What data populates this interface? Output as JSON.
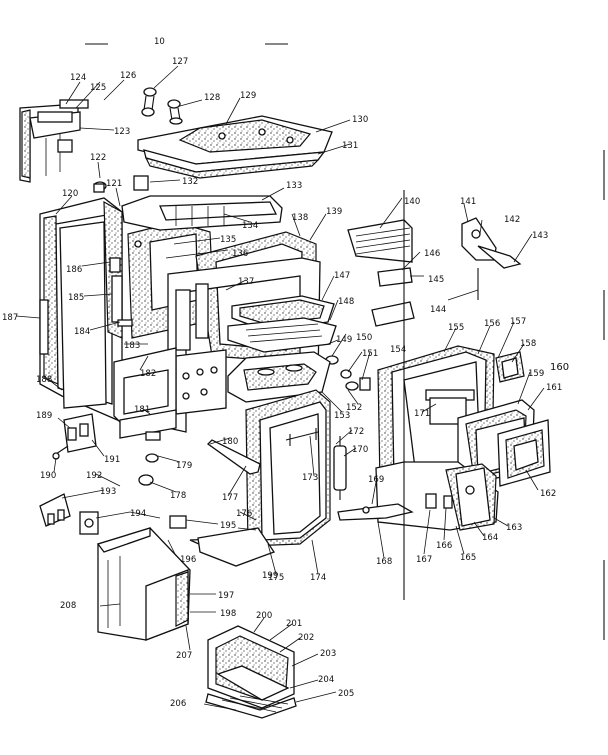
{
  "labels": [
    "10",
    "120",
    "121",
    "122",
    "123",
    "124",
    "125",
    "126",
    "127",
    "128",
    "129",
    "130",
    "131",
    "132",
    "133",
    "134",
    "135",
    "136",
    "137",
    "138",
    "139",
    "140",
    "141",
    "142",
    "143",
    "144",
    "145",
    "146",
    "147",
    "148",
    "149",
    "150",
    "151",
    "152",
    "153",
    "154",
    "155",
    "156",
    "157",
    "158",
    "159",
    "160",
    "161",
    "162",
    "163",
    "164",
    "165",
    "166",
    "167",
    "168",
    "169",
    "170",
    "171",
    "172",
    "173",
    "174",
    "175",
    "176",
    "177",
    "178",
    "179",
    "180",
    "181",
    "182",
    "183",
    "184",
    "185",
    "186",
    "187",
    "188",
    "189",
    "190",
    "191",
    "192",
    "193",
    "194",
    "195",
    "196",
    "197",
    "198",
    "199",
    "200",
    "201",
    "202",
    "203",
    "204",
    "205",
    "206",
    "207",
    "208"
  ]
}
